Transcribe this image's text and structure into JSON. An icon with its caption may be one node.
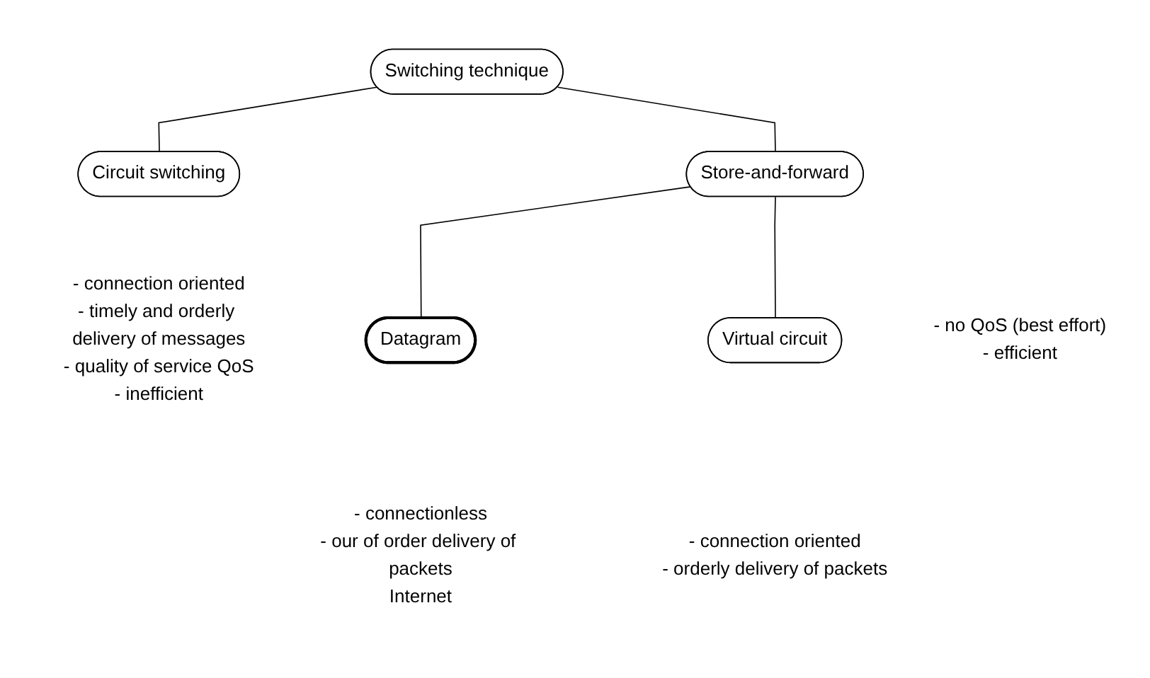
{
  "diagram": {
    "nodes": [
      {
        "text": [
          "Switching technique"
        ]
      },
      {
        "text": [
          "Circuit switching"
        ],
        "beside": [
          "- connection oriented",
          "- timely and orderly delivery of messages",
          "- quality of service QoS",
          "- inefficient"
        ]
      },
      {
        "text": [
          "Store-and-forward"
        ],
        "beside": [
          "- no QoS (best effort)",
          "- efficient"
        ]
      },
      {
        "text": [
          "Datagram"
        ],
        "beside": [
          "- connectionless",
          "- our of order delivery of packets",
          "Internet"
        ]
      },
      {
        "text": [
          "Virtual circuit"
        ],
        "beside": [
          "- connection oriented",
          "- orderly delivery of packets"
        ]
      }
    ],
    "edges": [
      {
        "from": 0,
        "to": 1,
        "arrow": "none"
      },
      {
        "from": 0,
        "to": 2,
        "arrow": "none"
      },
      {
        "from": 2,
        "to": 3,
        "arrow": "none"
      },
      {
        "from": 2,
        "to": 4,
        "arrow": "none"
      }
    ]
  }
}
